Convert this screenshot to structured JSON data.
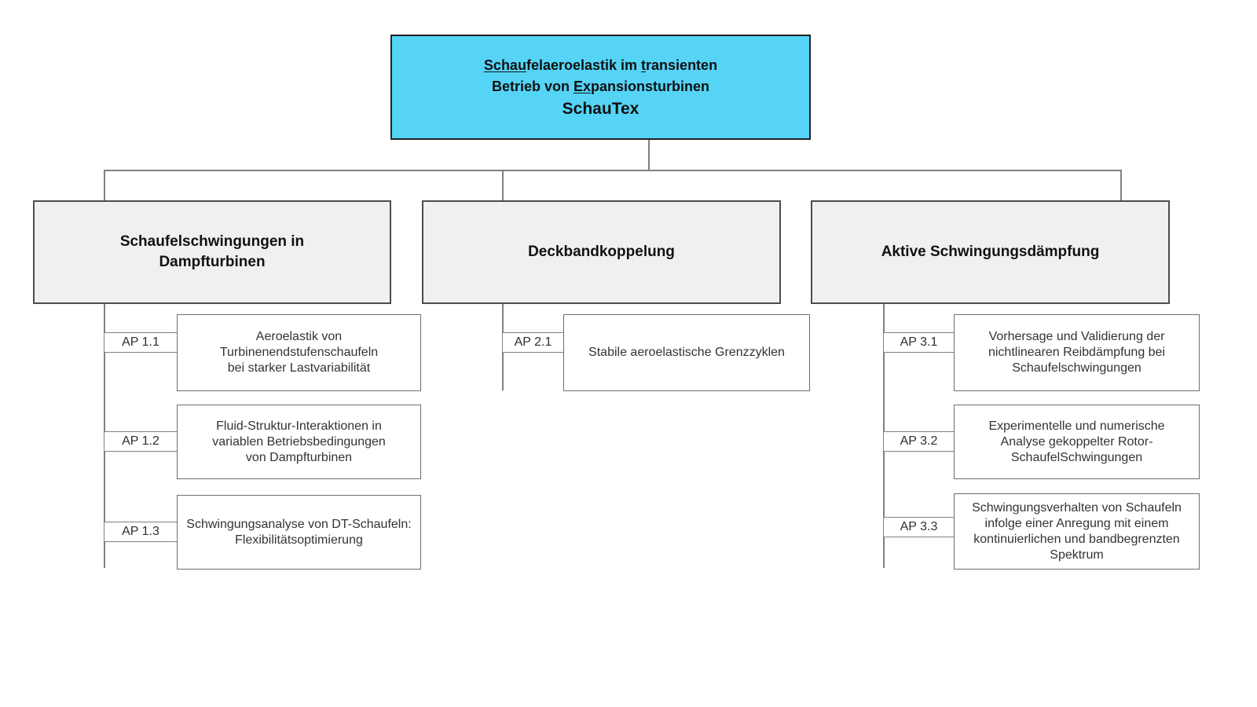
{
  "diagram": {
    "root": {
      "line1_u1": "Schau",
      "line1_r1": "felaeroelastik im ",
      "line1_u2": "t",
      "line1_r2": "ransienten",
      "line2_r1": "Betrieb von ",
      "line2_u1": "Ex",
      "line2_r2": "pansionsturbinen",
      "acronym": "SchauTex"
    },
    "groups": [
      {
        "title": "Schaufelschwingungen in\nDampfturbinen",
        "items": [
          {
            "label": "AP 1.1",
            "text": "Aeroelastik von\nTurbinenendstufenschaufeln\nbei starker Lastvariabilität"
          },
          {
            "label": "AP 1.2",
            "text": "Fluid-Struktur-Interaktionen in\nvariablen Betriebsbedingungen\nvon Dampfturbinen"
          },
          {
            "label": "AP 1.3",
            "text": "Schwingungsanalyse von DT-Schaufeln:\nFlexibilitätsoptimierung"
          }
        ]
      },
      {
        "title": "Deckbandkoppelung",
        "items": [
          {
            "label": "AP 2.1",
            "text": "Stabile aeroelastische Grenzzyklen"
          }
        ]
      },
      {
        "title": "Aktive Schwingungsdämpfung",
        "items": [
          {
            "label": "AP 3.1",
            "text": "Vorhersage und Validierung der\nnichtlinearen Reibdämpfung bei\nSchaufelschwingungen"
          },
          {
            "label": "AP 3.2",
            "text": "Experimentelle und numerische\nAnalyse gekoppelter Rotor-\nSchaufelSchwingungen"
          },
          {
            "label": "AP 3.3",
            "text": "Schwingungsverhalten von Schaufeln\ninfolge einer Anregung mit einem\nkontinuierlichen und bandbegrenzten\nSpektrum"
          }
        ]
      }
    ],
    "colors": {
      "root_fill": "#55d4f6",
      "group_fill": "#f0f0f0",
      "connector": "#808080"
    }
  }
}
